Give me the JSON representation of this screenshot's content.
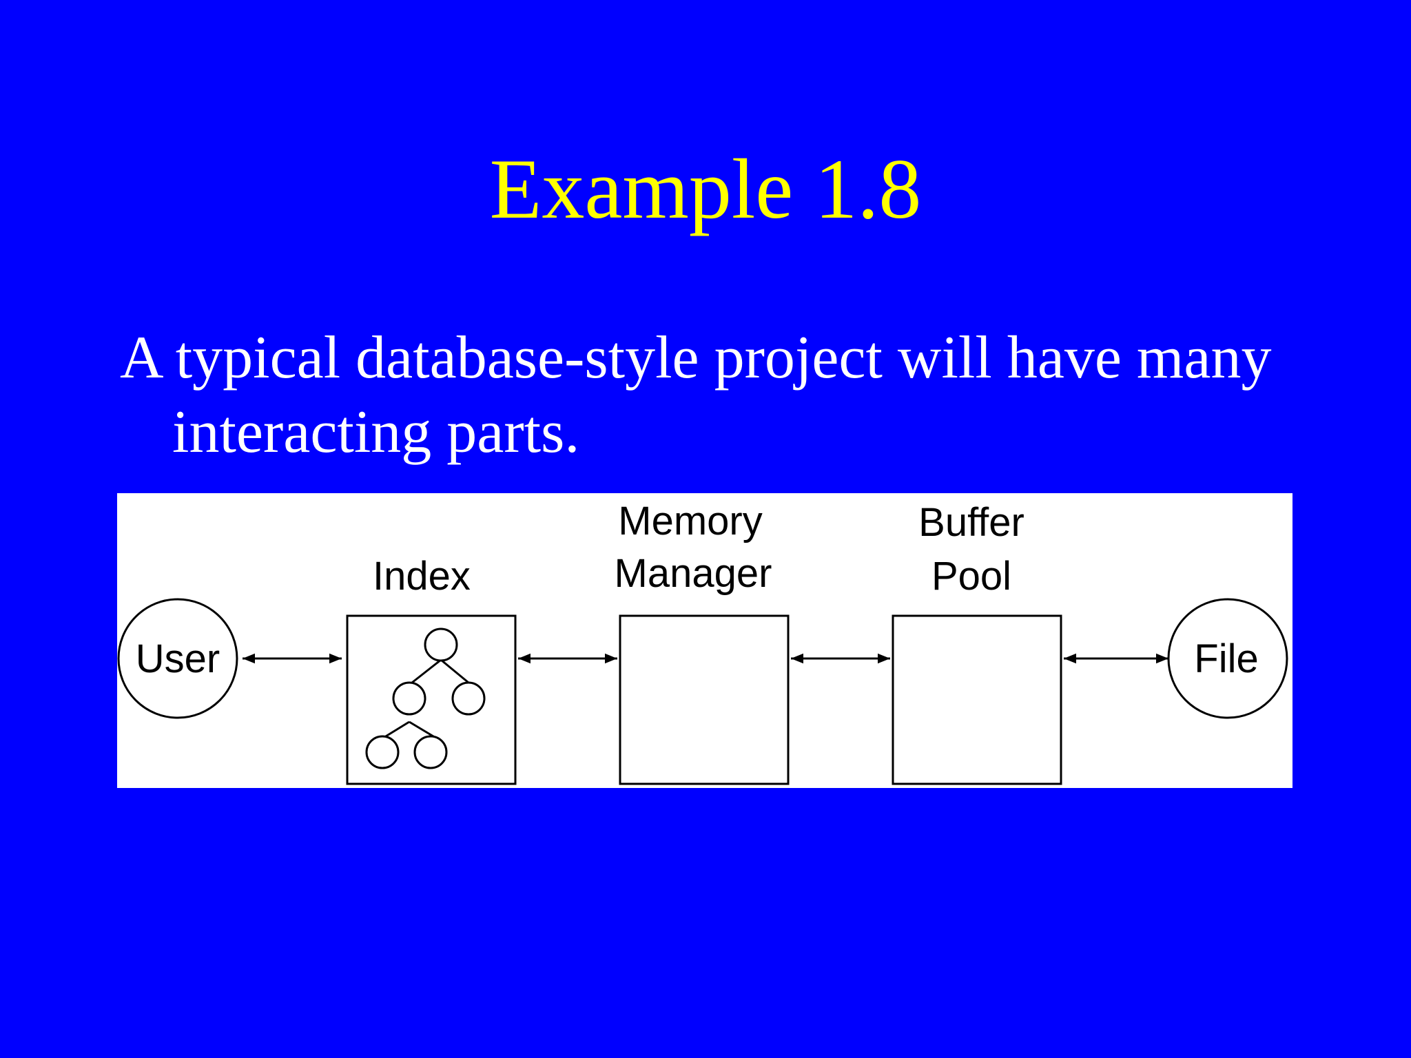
{
  "slide": {
    "title": "Example 1.8",
    "body": "A typical database-style project will have many interacting parts."
  },
  "diagram": {
    "nodes": {
      "user": "User",
      "index": "Index",
      "memory_manager": [
        "Memory",
        "Manager"
      ],
      "buffer_pool": [
        "Buffer",
        "Pool"
      ],
      "file": "File"
    }
  },
  "colors": {
    "background": "#0000ff",
    "title": "#ffff00",
    "body_text": "#ffffff",
    "diagram_background": "#ffffff",
    "diagram_ink": "#000000"
  }
}
